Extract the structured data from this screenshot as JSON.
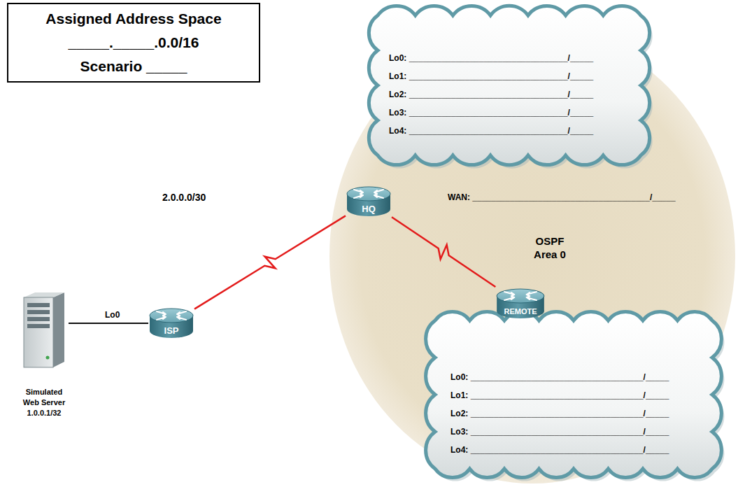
{
  "diagram": {
    "nodes": [
      {
        "text": [
          "Assigned Address Space",
          "_____._____.0.0/16",
          "Scenario _____"
        ]
      },
      {
        "text": [
          "OSPF Area 0"
        ]
      },
      {
        "text": [
          "Lo0: __________________________________/_____",
          "Lo1: __________________________________/_____",
          "Lo2: __________________________________/_____",
          "Lo3: __________________________________/_____",
          "Lo4: __________________________________/_____"
        ],
        "in": 1
      },
      {
        "text": [
          "HQ"
        ],
        "in": 1
      },
      {
        "text": [
          "REMOTE"
        ],
        "in": 1
      },
      {
        "text": [
          "Lo0: _____________________________________/_____",
          "Lo1: _____________________________________/_____",
          "Lo2: _____________________________________/_____",
          "Lo3: _____________________________________/_____",
          "Lo4: _____________________________________/_____"
        ],
        "in": 1
      },
      {
        "text": [
          "Simulated Web Server",
          "1.0.0.1/32"
        ]
      },
      {
        "text": [
          "ISP"
        ]
      }
    ],
    "edges": [
      {
        "from": 6,
        "to": 7,
        "arrow": "none",
        "label": "Lo0"
      },
      {
        "from": 7,
        "to": 3,
        "arrow": "none",
        "label": "2.0.0.0/30"
      },
      {
        "from": 3,
        "to": 4,
        "arrow": "none",
        "label": "WAN: ______________________________________/_____"
      }
    ]
  }
}
